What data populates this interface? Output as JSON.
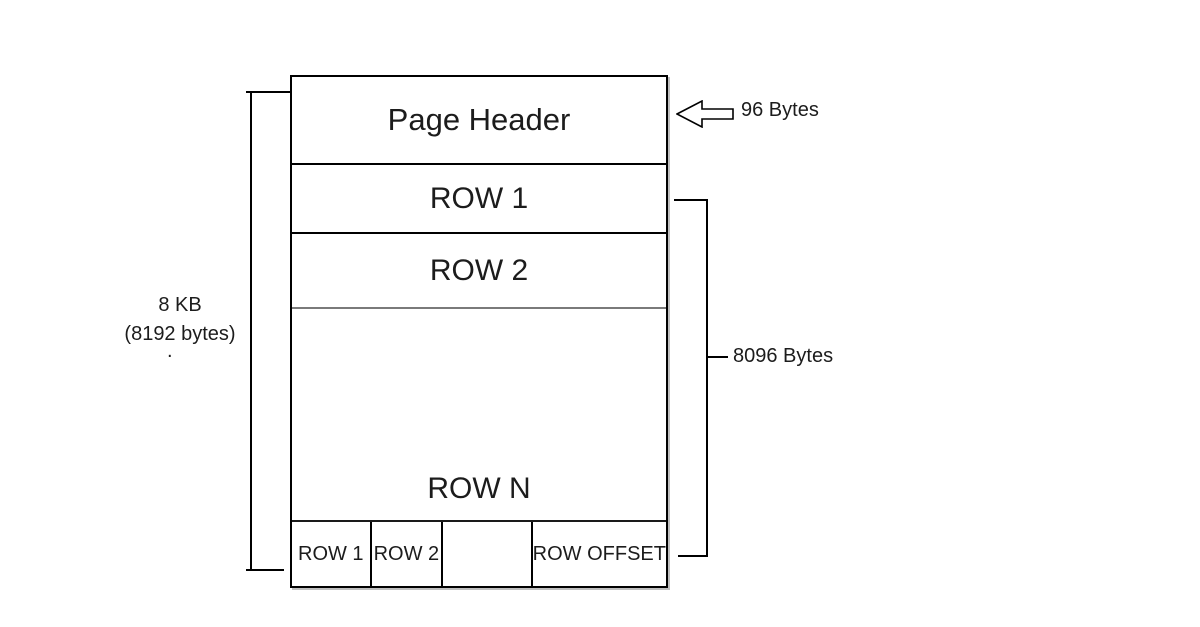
{
  "diagram": {
    "box": {
      "page_header": "Page Header",
      "row_1": "ROW 1",
      "row_2": "ROW 2",
      "row_n": "ROW N",
      "offset_row": {
        "cells": [
          "ROW 1",
          "ROW 2",
          "",
          "ROW OFFSET"
        ]
      }
    },
    "annotations": {
      "total_size_line1": "8 KB",
      "total_size_line2": "(8192 bytes)",
      "stray_mark": ".",
      "header_size": "96 Bytes",
      "body_size": "8096 Bytes"
    },
    "colors": {
      "line": "#000000",
      "soft_line": "#7a7a7a",
      "text": "#1c1c1c",
      "background": "#ffffff"
    }
  }
}
